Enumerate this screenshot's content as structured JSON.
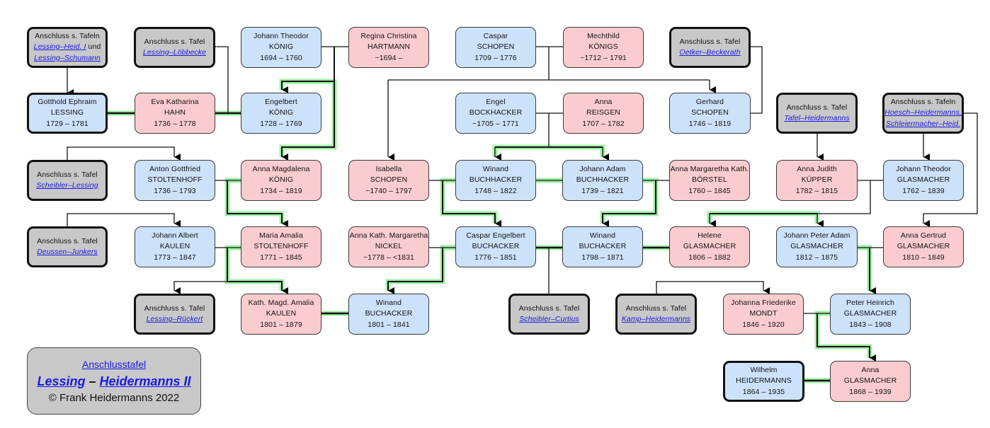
{
  "title": {
    "line1": "Anschlusstafel",
    "line2_a": "Lessing",
    "line2_sep": " – ",
    "line2_b": "Heidermanns II",
    "line3": "© Frank Heidermanns 2022"
  },
  "refs": {
    "lessing_heid": {
      "label": "Anschluss s. Tafeln",
      "link1": "Lessing–Heid. I",
      "mid": " und",
      "link2": "Lessing–Schumann"
    },
    "lessing_loebbecke": {
      "label": "Anschluss s. Tafel",
      "link1": "Lessing–Löbbecke"
    },
    "oetker_beckerath": {
      "label": "Anschluss s. Tafel",
      "link1": "Oetker–Beckerath"
    },
    "tafel_heidermanns": {
      "label": "Anschluss s. Tafel",
      "link1": "Tafel–Heidermanns"
    },
    "hoesch_schleiermacher": {
      "label": "Anschluss s. Tafeln",
      "link1": "Hoesch–Heidermanns,",
      "link2": "Schleiermacher–Heid."
    },
    "scheibler_lessing": {
      "label": "Anschluss s. Tafel",
      "link1": "Scheibler–Lessing"
    },
    "deussen_junkers": {
      "label": "Anschluss s. Tafel",
      "link1": "Deussen–Junkers"
    },
    "lessing_rueckert": {
      "label": "Anschluss s. Tafel",
      "link1": "Lessing–Rückert"
    },
    "scheibler_curtius": {
      "label": "Anschluss s. Tafel",
      "link1": "Scheibler–Curtius"
    },
    "kamp_heidermanns": {
      "label": "Anschluss s. Tafel",
      "link1": "Kamp–Heidermanns"
    }
  },
  "persons": {
    "gotthold_lessing": {
      "given": "Gotthold Ephraim",
      "surname": "LESSING",
      "dates": "1729 – 1781"
    },
    "eva_hahn": {
      "given": "Eva Katharina",
      "surname": "HAHN",
      "dates": "1736 – 1778"
    },
    "jt_koenig": {
      "given": "Johann Theodor",
      "surname": "KÖNIG",
      "dates": "1694 – 1760"
    },
    "regina_hartmann": {
      "given": "Regina Christina",
      "surname": "HARTMANN",
      "dates": "~1694 –"
    },
    "engelbert_koenig": {
      "given": "Engelbert",
      "surname": "KÖNIG",
      "dates": "1728 – 1769"
    },
    "caspar_schopen": {
      "given": "Caspar",
      "surname": "SCHOPEN",
      "dates": "1709 – 1776"
    },
    "mechthild_koenigs": {
      "given": "Mechthild",
      "surname": "KÖNIGS",
      "dates": "~1712 – 1791"
    },
    "engel_bockhacker": {
      "given": "Engel",
      "surname": "BOCKHACKER",
      "dates": "~1705 – 1771"
    },
    "anna_reisgen": {
      "given": "Anna",
      "surname": "REISGEN",
      "dates": "1707 – 1782"
    },
    "gerhard_schopen": {
      "given": "Gerhard",
      "surname": "SCHOPEN",
      "dates": "1746 – 1819"
    },
    "ag_stoltenhoff": {
      "given": "Anton Gottfried",
      "surname": "STOLTENHOFF",
      "dates": "1736 – 1793"
    },
    "am_koenig": {
      "given": "Anna Magdalena",
      "surname": "KÖNIG",
      "dates": "1734 – 1819"
    },
    "isabella_schopen": {
      "given": "Isabella",
      "surname": "SCHOPEN",
      "dates": "~1740 – 1797"
    },
    "winand_buchhacker": {
      "given": "Winand",
      "surname": "BUCHHACKER",
      "dates": "1748 – 1822"
    },
    "ja_buchhacker": {
      "given": "Johann Adam",
      "surname": "BUCHHACKER",
      "dates": "1739 – 1821"
    },
    "amk_boerstel": {
      "given": "Anna Margaretha Kath.",
      "surname": "BÖRSTEL",
      "dates": "1760 – 1845"
    },
    "aj_kuepper": {
      "given": "Anna Judith",
      "surname": "KÜPPER",
      "dates": "1782 – 1815"
    },
    "jt_glasmacher": {
      "given": "Johann Theodor",
      "surname": "GLASMACHER",
      "dates": "1762 – 1839"
    },
    "ja_kaulen": {
      "given": "Johann Albert",
      "surname": "KAULEN",
      "dates": "1773 – 1847"
    },
    "ma_stoltenhoff": {
      "given": "Maria Amalia",
      "surname": "STOLTENHOFF",
      "dates": "1771 – 1845"
    },
    "akm_nickel": {
      "given": "Anna Kath. Margaretha",
      "surname": "NICKEL",
      "dates": "~1778 – <1831"
    },
    "ce_buchacker": {
      "given": "Caspar Engelbert",
      "surname": "BUCHACKER",
      "dates": "1776 – 1851"
    },
    "winand_buchacker_1798": {
      "given": "Winand",
      "surname": "BUCHACKER",
      "dates": "1798 – 1871"
    },
    "helene_glasmacher": {
      "given": "Helene",
      "surname": "GLASMACHER",
      "dates": "1806 – 1882"
    },
    "jpa_glasmacher": {
      "given": "Johann Peter Adam",
      "surname": "GLASMACHER",
      "dates": "1812 – 1875"
    },
    "ag_glasmacher": {
      "given": "Anna Gertrud",
      "surname": "GLASMACHER",
      "dates": "1810 – 1849"
    },
    "kma_kaulen": {
      "given": "Kath. Magd. Amalia",
      "surname": "KAULEN",
      "dates": "1801 – 1879"
    },
    "winand_buchacker_1801": {
      "given": "Winand",
      "surname": "BUCHACKER",
      "dates": "1801 – 1841"
    },
    "jf_mondt": {
      "given": "Johanna Friederike",
      "surname": "MONDT",
      "dates": "1846 – 1920"
    },
    "ph_glasmacher": {
      "given": "Peter Heinrich",
      "surname": "GLASMACHER",
      "dates": "1843 – 1908"
    },
    "wilhelm_heidermanns": {
      "given": "Wilhelm",
      "surname": "HEIDERMANNS",
      "dates": "1864 – 1935"
    },
    "anna_glasmacher": {
      "given": "Anna",
      "surname": "GLASMACHER",
      "dates": "1868 – 1939"
    }
  },
  "colors": {
    "male": "#cce2fb",
    "female": "#fbcccf",
    "reference": "#c8c8c8",
    "lineage_highlight": "#7ee88a",
    "link": "#1a1ae6"
  }
}
